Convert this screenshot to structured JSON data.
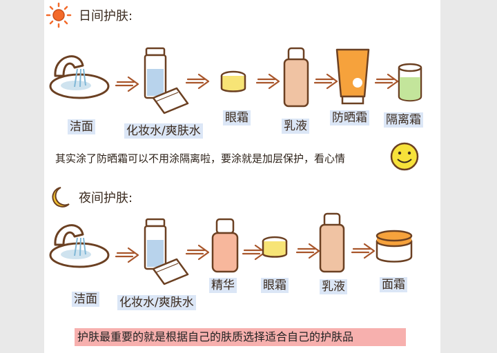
{
  "day": {
    "title": "日间护肤:",
    "steps": [
      "洁面",
      "化妆水/爽肤水",
      "眼霜",
      "乳液",
      "防晒霜",
      "隔离霜"
    ],
    "note": "其实涂了防晒霜可以不用涂隔离啦，要涂就是加层保护，看心情"
  },
  "night": {
    "title": "夜间护肤:",
    "steps": [
      "洁面",
      "化妆水/爽肤水",
      "精华",
      "眼霜",
      "乳液",
      "面霜"
    ]
  },
  "tip": "护肤最重要的就是根据自己的肤质选择适合自己的护肤品",
  "icons": {
    "sun": "sun-icon",
    "moon": "moon-icon",
    "smiley": "smiley-face-icon",
    "arrow": "arrow-right-icon"
  },
  "colors": {
    "outline": "#6b4022",
    "arrow": "#a8552a",
    "sun": "#f36a2a",
    "moon": "#f4c430",
    "label_bg": "#dbe6f6",
    "tip_bg": "#f7b0ae"
  }
}
